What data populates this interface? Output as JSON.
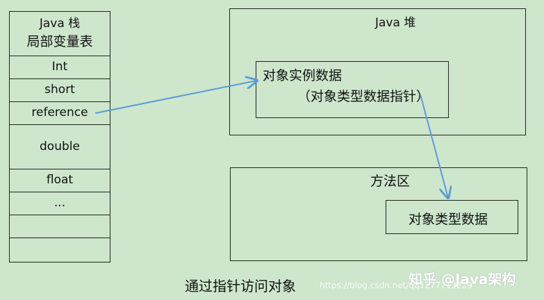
{
  "stack": {
    "title_line1": "Java 栈",
    "title_line2": "局部变量表",
    "cells": [
      "Int",
      "short",
      "reference",
      "double",
      "float",
      "...",
      "",
      ""
    ]
  },
  "heap": {
    "title": "Java 堆",
    "object_line1": "对象实例数据",
    "object_line2": "（对象类型数据指针）"
  },
  "method_area": {
    "title": "方法区",
    "type_data": "对象类型数据"
  },
  "caption": "通过指针访问对象",
  "watermark": {
    "brand": "知乎 @Java架构",
    "url": "https://blog.csdn.net/qq1277712229"
  },
  "colors": {
    "background": "#cde6cc",
    "arrow": "#5b9bd5",
    "border": "#222222"
  }
}
